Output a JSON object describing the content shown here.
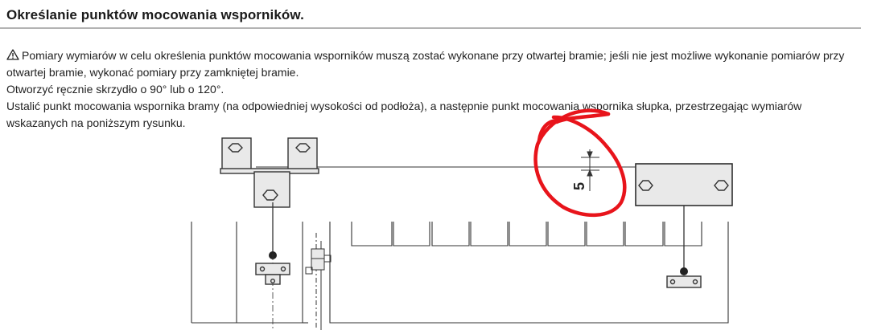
{
  "document": {
    "title": "Określanie punktów mocowania wsporników.",
    "paragraphs": [
      "Pomiary wymiarów w celu określenia punktów mocowania wsporników muszą zostać wykonane przy otwartej bramie; jeśli nie jest możliwe wykonanie pomiarów przy otwartej bramie, wykonać pomiary przy zamkniętej bramie.",
      "Otworzyć ręcznie skrzydło o 90° lub o 120°.",
      "Ustalić punkt mocowania wspornika bramy (na odpowiedniej wysokości od podłoża), a następnie punkt mocowania wspornika słupka, przestrzegając wymiarów wskazanych na poniższym rysunku."
    ]
  },
  "figure": {
    "dimension_label": "5"
  },
  "icons": {
    "warning": "warning-triangle-icon"
  },
  "colors": {
    "text": "#222222",
    "rule": "#b3b3b3",
    "drawing_line": "#333333",
    "bracket_fill": "#e9e9e9",
    "annotation_red": "#e8141b"
  }
}
